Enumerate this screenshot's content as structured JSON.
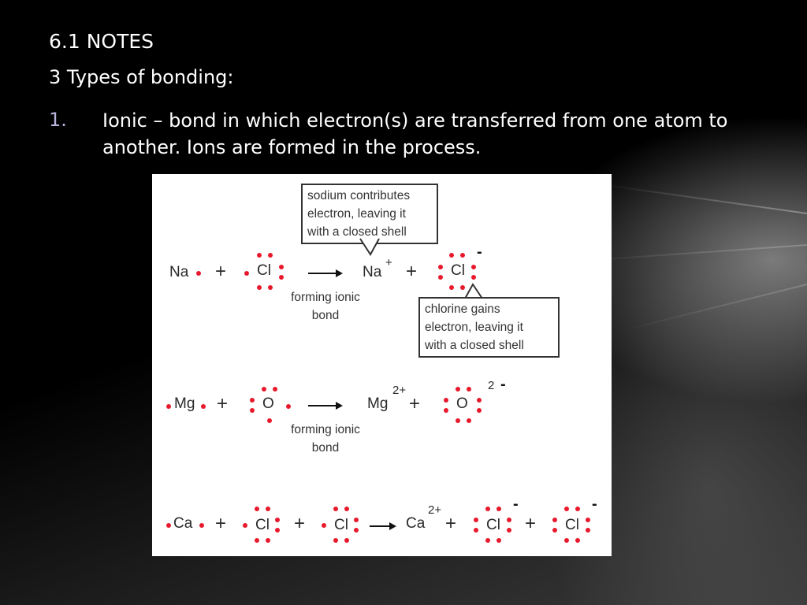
{
  "slide": {
    "title": "6.1 NOTES",
    "subtitle": "3 Types of bonding:",
    "bullet": {
      "number": "1.",
      "text": "Ionic – bond in which electron(s) are transferred from one atom to another.  Ions are formed in the process."
    }
  },
  "diagram": {
    "row1": {
      "reactant1": "Na",
      "plus": "+",
      "reactant2": "Cl",
      "product1": "Na",
      "product1_charge": "+",
      "product2": "Cl",
      "product2_charge": "-",
      "arrow_caption": "forming ionic\nbond",
      "callout_top": "sodium contributes\nelectron, leaving it\nwith a closed shell",
      "callout_bottom": "chlorine gains\nelectron, leaving it\nwith a closed shell"
    },
    "row2": {
      "reactant1": "Mg",
      "reactant2": "O",
      "product1": "Mg",
      "product1_charge": "2+",
      "product2": "O",
      "product2_charge_num": "2",
      "product2_charge_sign": "-",
      "arrow_caption": "forming ionic\nbond"
    },
    "row3": {
      "reactant1": "Ca",
      "reactant2": "Cl",
      "reactant3": "Cl",
      "product1": "Ca",
      "product1_charge": "2+",
      "product2": "Cl",
      "product3": "Cl",
      "charge": "-"
    },
    "colors": {
      "electron_dot": "#e8192c",
      "text": "#2a2a2a"
    }
  }
}
